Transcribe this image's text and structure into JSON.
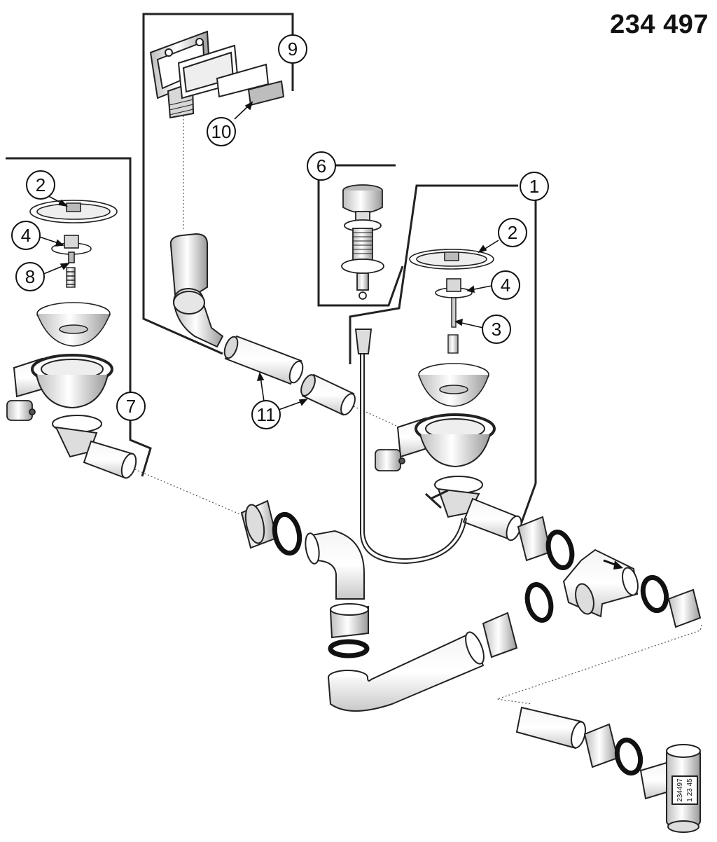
{
  "header": {
    "part_number": "234 497"
  },
  "callouts": [
    {
      "id": "c1",
      "number": "1"
    },
    {
      "id": "c2a",
      "number": "2"
    },
    {
      "id": "c2b",
      "number": "2"
    },
    {
      "id": "c3",
      "number": "3"
    },
    {
      "id": "c4a",
      "number": "4"
    },
    {
      "id": "c4b",
      "number": "4"
    },
    {
      "id": "c6",
      "number": "6"
    },
    {
      "id": "c7",
      "number": "7"
    },
    {
      "id": "c8",
      "number": "8"
    },
    {
      "id": "c9",
      "number": "9"
    },
    {
      "id": "c10",
      "number": "10"
    },
    {
      "id": "c11",
      "number": "11"
    }
  ],
  "tee_label": {
    "line1": "234497",
    "line2": "1 23 45"
  },
  "colors": {
    "line": "#222222",
    "fill": "#ffffff",
    "shade": "#d8d8d8",
    "gasket": "#111111",
    "text": "#111111"
  }
}
